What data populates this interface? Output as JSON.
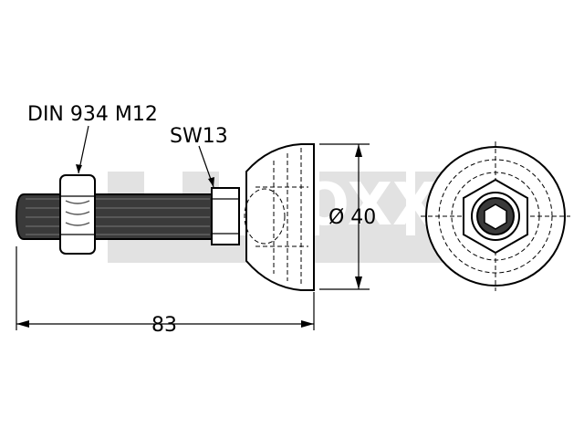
{
  "labels": {
    "nut_standard": "DIN 934 M12",
    "wrench_size": "SW13",
    "diameter": "Ø 40",
    "length": "83"
  },
  "watermark": {
    "text": "LOXX",
    "color": "#e2e2e2"
  },
  "colors": {
    "line": "#000000",
    "background": "#ffffff",
    "thread_fill": "#3a3a3a"
  }
}
